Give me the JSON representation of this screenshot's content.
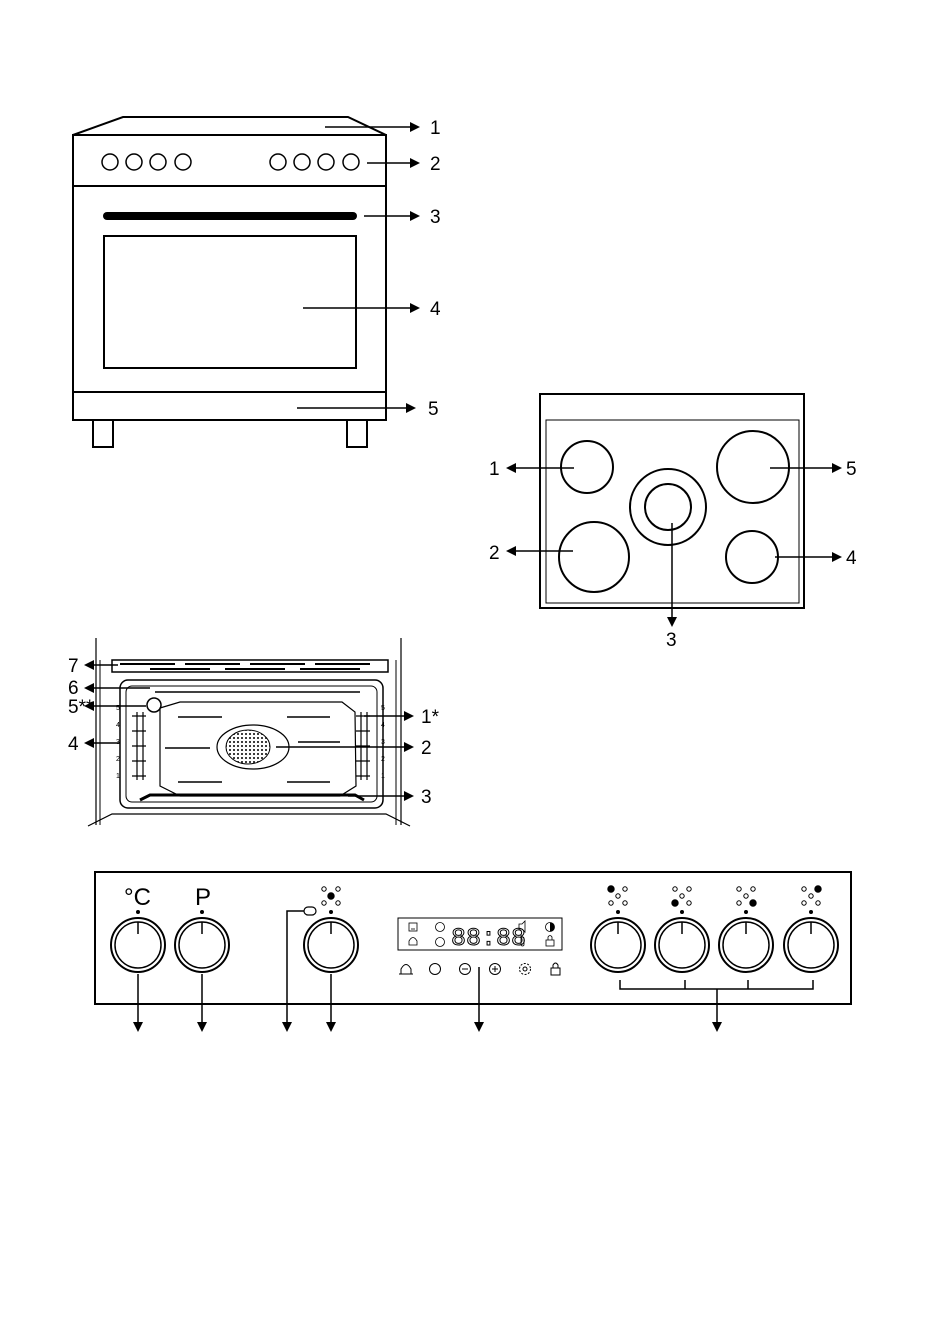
{
  "cooker_front": {
    "callouts": [
      "1",
      "2",
      "3",
      "4",
      "5"
    ]
  },
  "hob": {
    "callouts": [
      "1",
      "5",
      "2",
      "4",
      "3"
    ]
  },
  "oven_interior": {
    "callouts_left": [
      "7",
      "6",
      "5**",
      "4"
    ],
    "callouts_right": [
      "1*",
      "2",
      "3"
    ],
    "rack_levels": [
      "5",
      "4",
      "3",
      "2",
      "1"
    ]
  },
  "control_panel": {
    "knob_labels": [
      "°C",
      "P"
    ],
    "display_digits": "88:88"
  }
}
